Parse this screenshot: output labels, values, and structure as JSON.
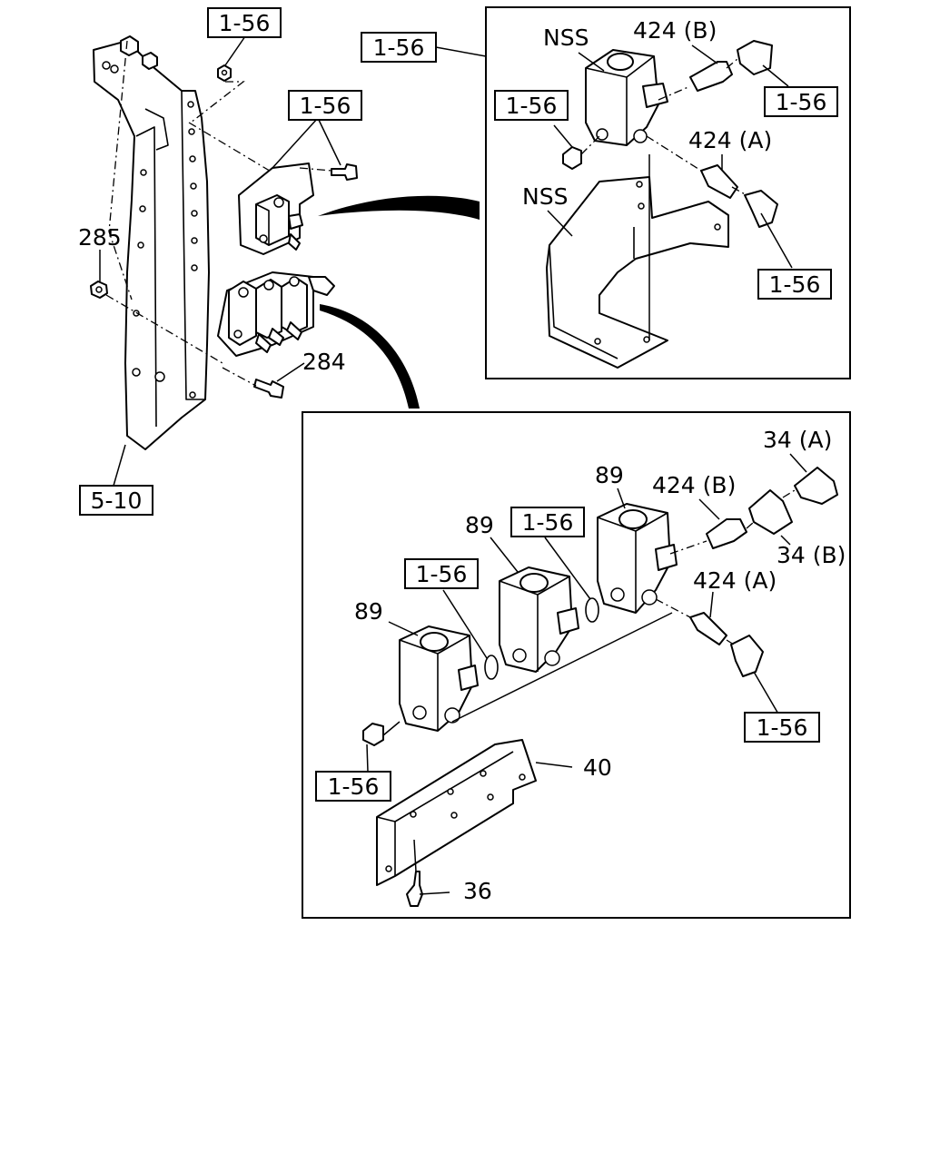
{
  "callouts": {
    "c_1_56_top_left": "1-56",
    "c_1_56_bolts": "1-56",
    "c_285": "285",
    "c_284": "284",
    "c_5_10": "5-10",
    "d1_ref": "1-56",
    "d1_nss_valve": "NSS",
    "d1_424b": "424 (B)",
    "d1_elbow_top": "1-56",
    "d1_plug": "1-56",
    "d1_424a": "424 (A)",
    "d1_nss_bracket": "NSS",
    "d1_elbow_bottom": "1-56",
    "d2_89_right": "89",
    "d2_424b": "424 (B)",
    "d2_34a": "34 (A)",
    "d2_89_mid": "89",
    "d2_1_56_oring_right": "1-56",
    "d2_34b": "34 (B)",
    "d2_1_56_oring_left": "1-56",
    "d2_424a": "424 (A)",
    "d2_89_left": "89",
    "d2_1_56_elbow": "1-56",
    "d2_1_56_plug": "1-56",
    "d2_40": "40",
    "d2_36": "36"
  }
}
